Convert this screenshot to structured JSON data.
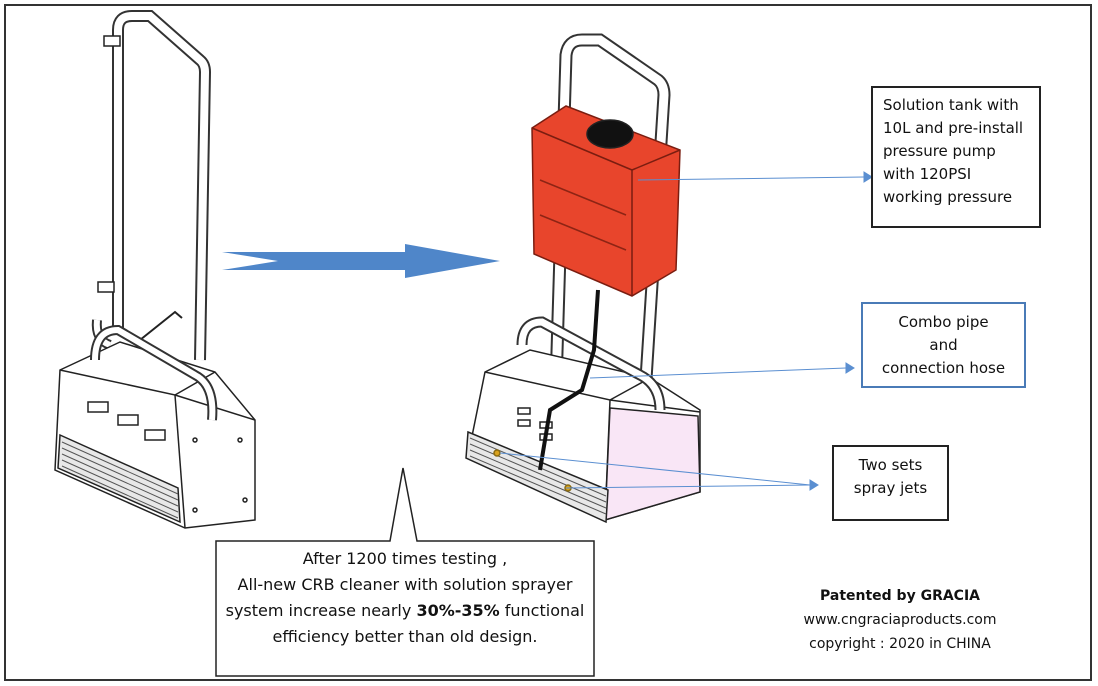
{
  "callouts": {
    "tank": {
      "lines": [
        "Solution tank with",
        "10L and pre-install",
        "pressure pump",
        "with 120PSI",
        "working pressure"
      ]
    },
    "pipe": {
      "lines": [
        "Combo pipe",
        "and",
        "connection hose"
      ]
    },
    "jets": {
      "lines": [
        "Two sets",
        "spray jets"
      ]
    }
  },
  "description": {
    "line1": "After 1200 times testing ,",
    "line2": "All-new CRB cleaner with solution sprayer",
    "line3_pre": "system increase nearly ",
    "line3_bold": "30%-35%",
    "line3_post": " functional",
    "line4": "efficiency better than old design."
  },
  "patent": {
    "title": "Patented by GRACIA",
    "website": "www.cngraciaproducts.com",
    "copyright": "copyright : 2020 in CHINA"
  },
  "colors": {
    "tank": "#e8452c",
    "arrow": "#4f86c9",
    "leader": "#5b8fd1",
    "base_side_pink": "#f9e6f6",
    "frame": "#333333"
  },
  "icons": {
    "old_machine": "old-crb-cleaner-illustration",
    "new_machine": "new-crb-cleaner-illustration",
    "transition_arrow": "right-arrow"
  }
}
